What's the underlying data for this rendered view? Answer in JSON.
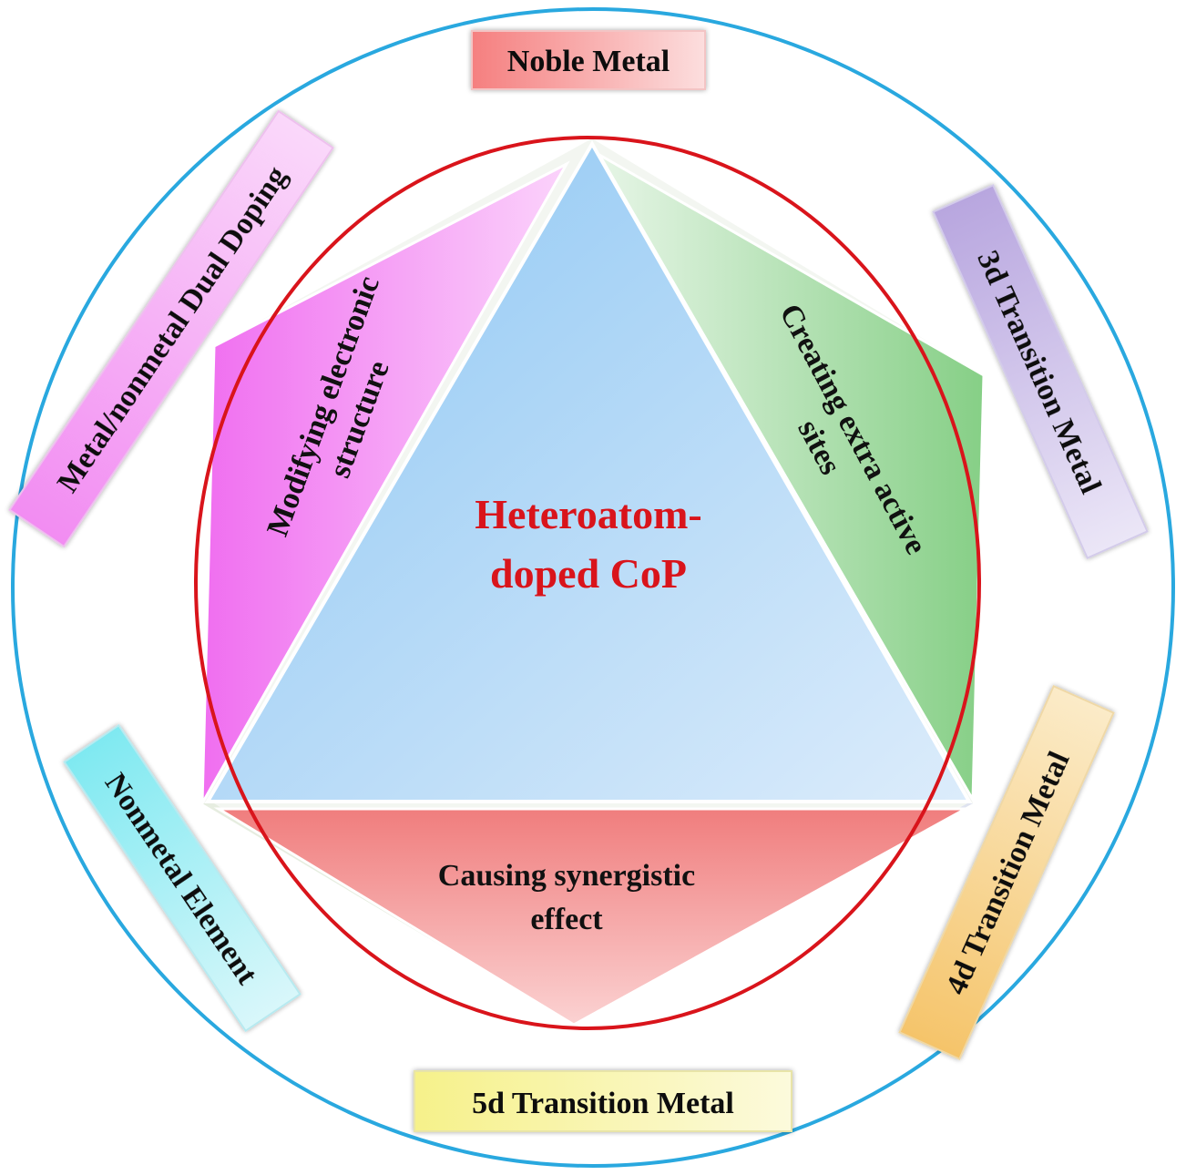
{
  "center": {
    "line1": "Heteroatom-",
    "line2": "doped CoP"
  },
  "effects": {
    "electronic": {
      "line1": "Modifying electronic",
      "line2": "structure"
    },
    "active_sites": {
      "line1": "Creating extra active",
      "line2": "sites"
    },
    "synergy": {
      "line1": "Causing synergistic",
      "line2": "effect"
    }
  },
  "dopant_types": {
    "noble": "Noble Metal",
    "td3": "3d Transition Metal",
    "td4": "4d Transition Metal",
    "td5": "5d Transition Metal",
    "nonmetal": "Nonmetal Element",
    "dual": "Metal/nonmetal Dual Doping"
  },
  "colors": {
    "outer_ring": "#29a8df",
    "inner_ring": "#d9141b",
    "center_text": "#d9141b",
    "triangle": "#9fd0f5",
    "pink_panel": "#f57ef0",
    "green_panel": "#8fd18f",
    "red_panel": "#f48a8a"
  }
}
